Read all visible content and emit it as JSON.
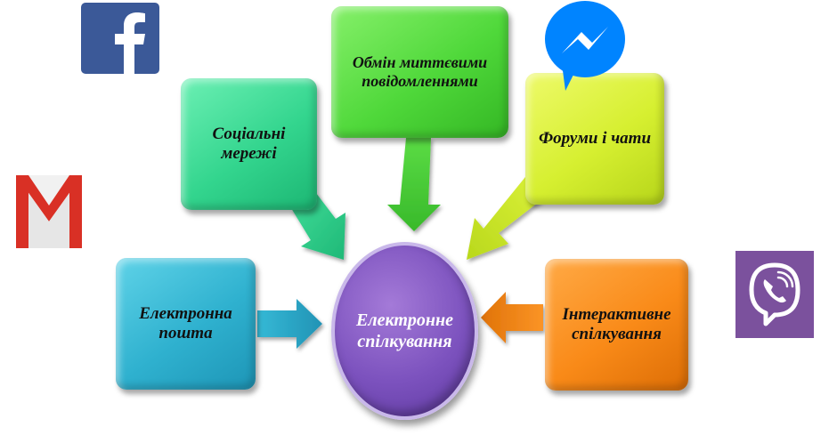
{
  "center": {
    "label": "Електронне\nспілкування"
  },
  "boxes": {
    "email": {
      "label": "Електронна\nпошта"
    },
    "social": {
      "label": "Соціальні\nмережі"
    },
    "im": {
      "label": "Обмін миттєвими\nповідомленнями"
    },
    "forums": {
      "label": "Форуми і чати"
    },
    "interactive": {
      "label": "Інтерактивне\nспілкування"
    }
  },
  "icons": {
    "facebook": {
      "name": "facebook-icon",
      "color": "#3b5998"
    },
    "messenger": {
      "name": "messenger-icon",
      "color": "#0084ff"
    },
    "gmail": {
      "name": "gmail-icon",
      "color": "#db4437"
    },
    "viber": {
      "name": "viber-icon",
      "color": "#7b519d"
    }
  },
  "colors": {
    "email": "#2fb1cf",
    "social": "#33d58e",
    "im": "#4fd83a",
    "forums": "#d6ef30",
    "interactive": "#f98a18",
    "center": "#7c52be"
  }
}
